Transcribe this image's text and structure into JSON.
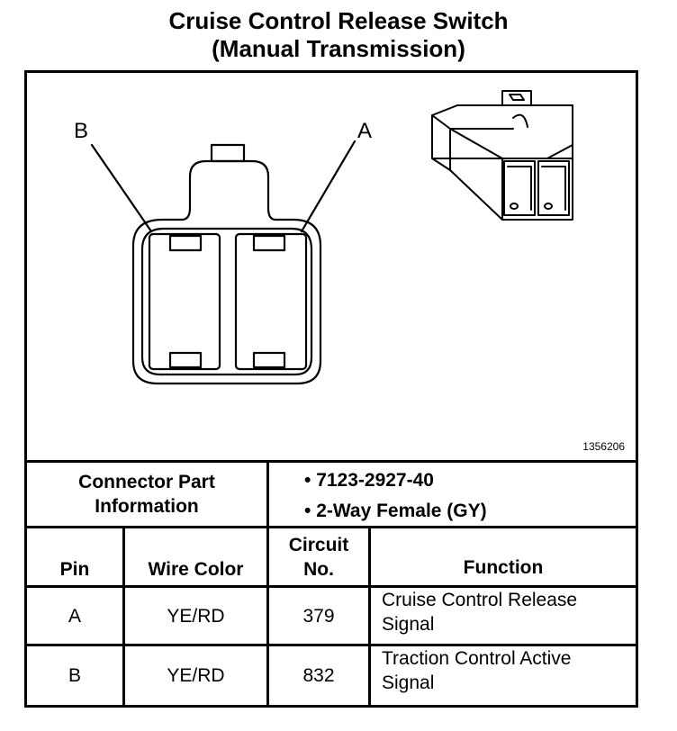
{
  "title": {
    "line1": "Cruise Control Release Switch",
    "line2": "(Manual Transmission)"
  },
  "diagram": {
    "label_b": "B",
    "label_a": "A",
    "figure_id": "1356206"
  },
  "connector_info": {
    "label_line1": "Connector Part",
    "label_line2": "Information",
    "bullets": [
      "7123-2927-40",
      "2-Way Female (GY)"
    ]
  },
  "table": {
    "headers": {
      "pin": "Pin",
      "wire_color": "Wire Color",
      "circuit_line1": "Circuit",
      "circuit_line2": "No.",
      "function": "Function"
    },
    "rows": [
      {
        "pin": "A",
        "wire_color": "YE/RD",
        "circuit": "379",
        "function_line1": "Cruise Control Release",
        "function_line2": "Signal"
      },
      {
        "pin": "B",
        "wire_color": "YE/RD",
        "circuit": "832",
        "function_line1": "Traction Control Active",
        "function_line2": "Signal"
      }
    ]
  }
}
